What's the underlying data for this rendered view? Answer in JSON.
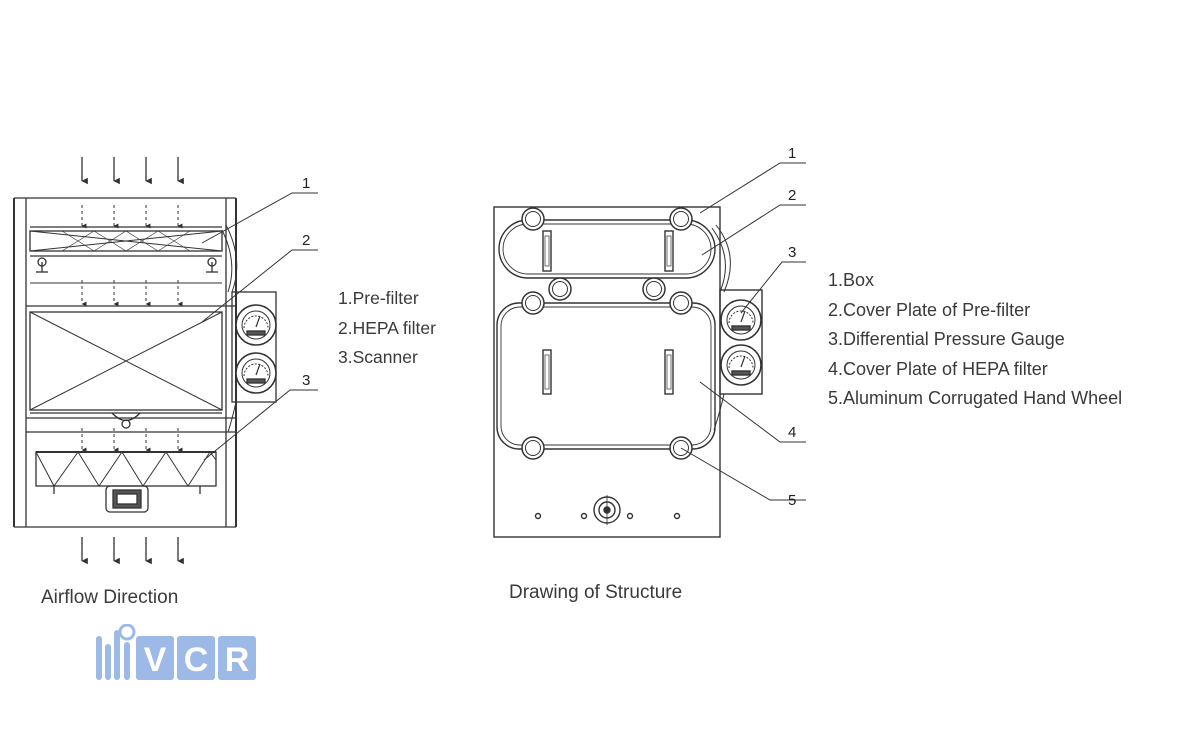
{
  "left_diagram": {
    "callouts": [
      "1",
      "2",
      "3"
    ],
    "legend": [
      "1.Pre-filter",
      "2.HEPA filter",
      "3.Scanner"
    ],
    "caption": "Airflow Direction"
  },
  "right_diagram": {
    "callouts": [
      "1",
      "2",
      "3",
      "4",
      "5"
    ],
    "legend": [
      "1.Box",
      "2.Cover Plate of Pre-filter",
      "3.Differential Pressure Gauge",
      "4.Cover Plate of HEPA filter",
      "5.Aluminum Corrugated Hand Wheel"
    ],
    "caption": "Drawing of Structure"
  },
  "logo": {
    "text": "VCR",
    "color": "#9db9e6"
  },
  "colors": {
    "line": "#333333"
  }
}
